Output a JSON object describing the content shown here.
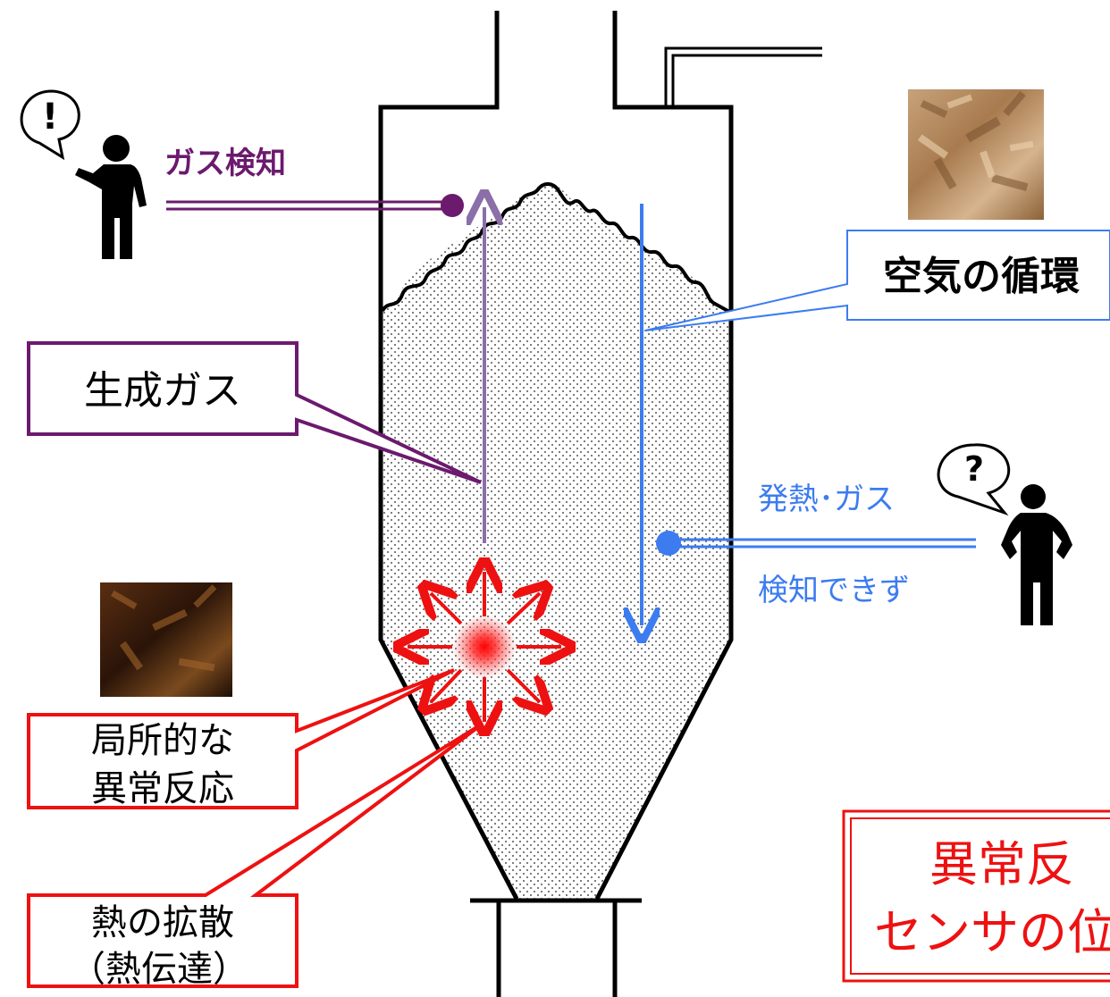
{
  "labels": {
    "gas_detect": "ガス検知",
    "air_circulation": "空気の循環",
    "product_gas": "生成ガス",
    "heat_gas": "発熱･ガス",
    "not_detected": "検知できず",
    "local_reaction_l1": "局所的な",
    "local_reaction_l2": "異常反応",
    "heat_diffusion_l1": "熱の拡散",
    "heat_diffusion_l2": "（熱伝達）",
    "sensor_box_l1": "異常反",
    "sensor_box_l2": "センサの位"
  },
  "bubbles": {
    "left": "!",
    "right": "?"
  },
  "colors": {
    "purple": "#6b1a6e",
    "purple_arrow": "#7a5a98",
    "blue": "#3c7cf0",
    "red": "#ee1111",
    "black": "#000000"
  },
  "icons": {
    "person_left": "person-icon",
    "person_right": "person-icon",
    "photo_top": "wood-chips-photo",
    "photo_bottom": "burnt-chips-photo"
  }
}
